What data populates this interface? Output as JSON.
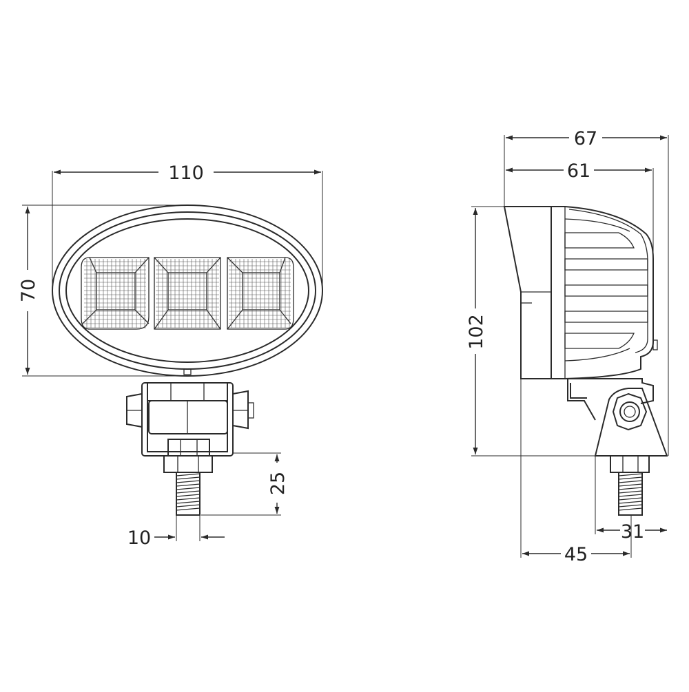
{
  "front_view": {
    "width_dim": "110",
    "height_dim": "70",
    "thread_length_dim": "25",
    "thread_diameter_dim": "10"
  },
  "side_view": {
    "overall_depth_dim": "67",
    "body_depth_dim": "61",
    "overall_height_dim": "102",
    "base_width_dim": "31",
    "stud_offset_dim": "45"
  },
  "colors": {
    "line": "#2a2a2a",
    "background": "#ffffff"
  }
}
